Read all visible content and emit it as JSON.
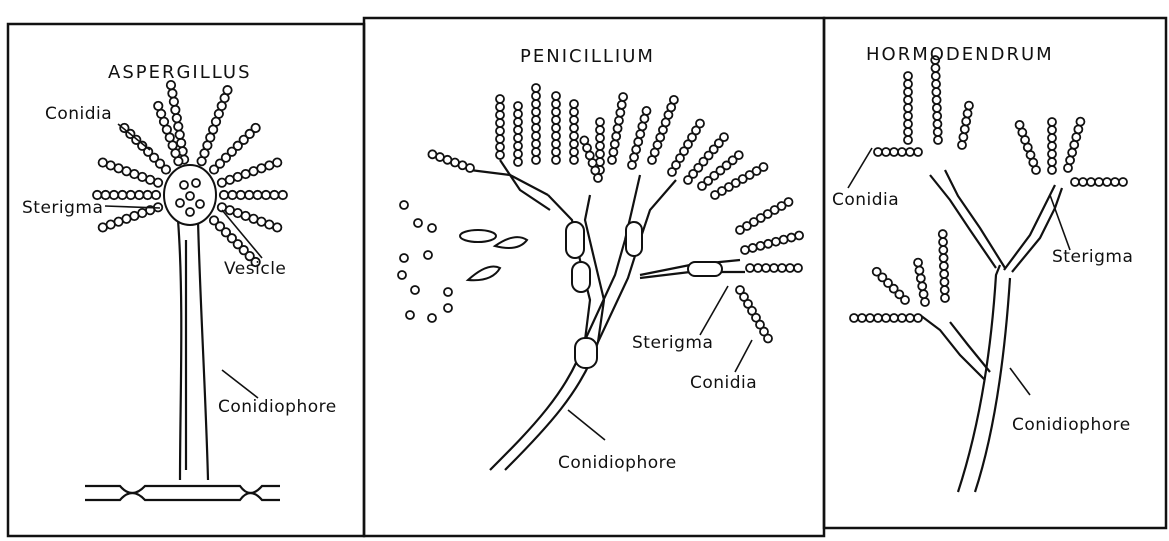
{
  "panels": [
    {
      "title": "ASPERGILLUS",
      "labels": {
        "conidia": "Conidia",
        "sterigma": "Sterigma",
        "vesicle": "Vesicle",
        "conidiophore": "Conidiophore"
      }
    },
    {
      "title": "PENICILLIUM",
      "labels": {
        "sterigma": "Sterigma",
        "conidia": "Conidia",
        "conidiophore": "Conidiophore"
      }
    },
    {
      "title": "HORMODENDRUM",
      "labels": {
        "conidia": "Conidia",
        "sterigma": "Sterigma",
        "conidiophore": "Conidiophore"
      }
    }
  ]
}
